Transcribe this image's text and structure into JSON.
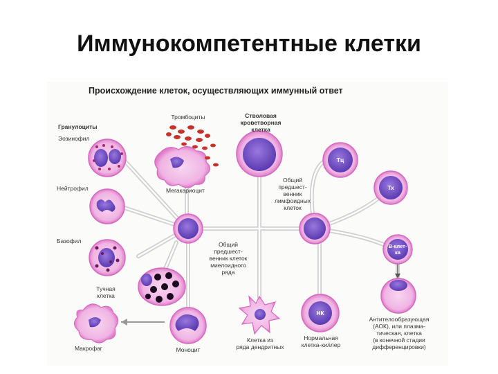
{
  "slide_title": "Иммунокомпетентные клетки",
  "figure_title": "Происхождение клеток, осуществляющих иммунный ответ",
  "labels": {
    "granulocytes": "Гранулоциты",
    "eosinophil": "Эозинофил",
    "neutrophil": "Нейтрофил",
    "basophil": "Базофил",
    "mast_cell": "Тучная\nклетка",
    "macrophage": "Макрофаг",
    "monocyte": "Моноцит",
    "platelets": "Тромбоциты",
    "megakaryocyte": "Мегакариоцит",
    "stem_cell": "Стволовая\nкроветворная\nклетка",
    "myeloid_progenitor": "Общий\nпредшест-\nвенник клеток\nмиелоидного\nряда",
    "lymphoid_progenitor": "Общий\nпредшест-\nвенник\nлимфоидных\nклеток",
    "dendritic_cell": "Клетка из\nряда дендритных",
    "nk_cell": "Нормальная\nклетка-киллер",
    "plasma_cell": "Антителообразующая\n(АОК), или плазма-\nтическая, клетка\n(в конечной стадии\nдифференцировки)"
  },
  "cell_text": {
    "tc": "Тц",
    "th": "Тх",
    "b_cell": "В-клет-\nка",
    "nk": "НК"
  },
  "colors": {
    "membrane": "#e48ad0",
    "cytoplasm": "#f4c2ea",
    "nucleus": "#7a55c8",
    "nucleus_dark": "#3d2f8f",
    "granule": "#8a2a6a",
    "platelet": "#c7322a",
    "line": "#d9d9d9"
  }
}
